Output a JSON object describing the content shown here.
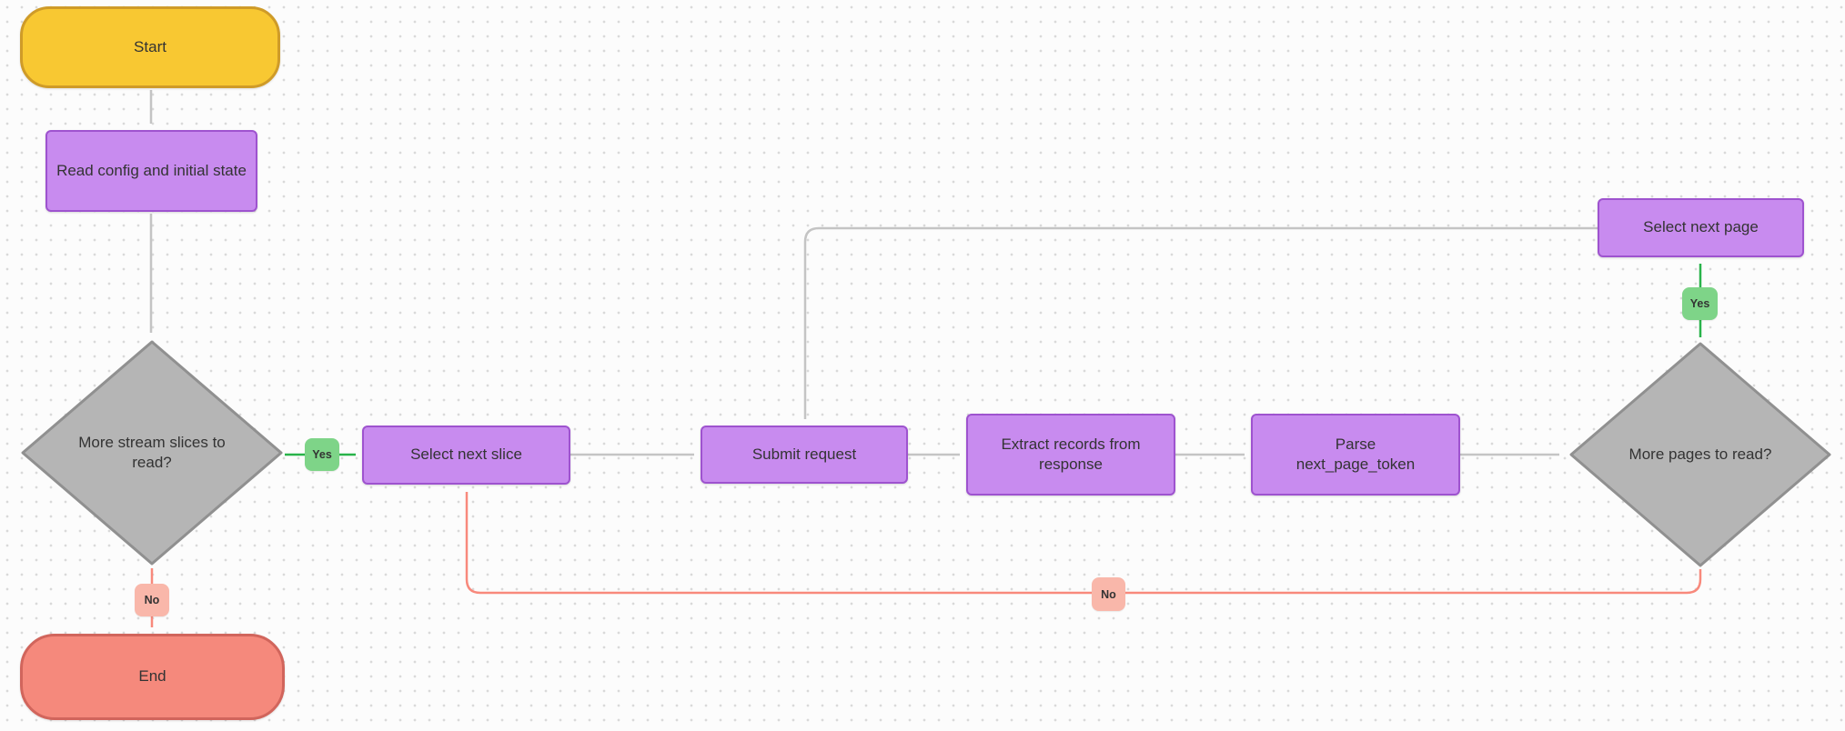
{
  "canvas": {
    "background_color": "#fcfcfc",
    "dot_grid_color": "#d9d9d9"
  },
  "diagram": {
    "type": "flowchart",
    "nodes": {
      "start": {
        "label": "Start",
        "shape": "stadium",
        "fill": "#f8c832",
        "border": "#cf9b28"
      },
      "read_config": {
        "label": "Read config and initial state",
        "shape": "rect",
        "fill": "#c88bef",
        "border": "#9e53cf"
      },
      "more_slices": {
        "label": "More stream slices to read?",
        "shape": "diamond",
        "fill": "#b5b5b5",
        "border": "#909090"
      },
      "select_next_slice": {
        "label": "Select next slice",
        "shape": "rect",
        "fill": "#c88bef",
        "border": "#9e53cf"
      },
      "submit_request": {
        "label": "Submit request",
        "shape": "rect",
        "fill": "#c88bef",
        "border": "#9e53cf"
      },
      "extract_records": {
        "label": "Extract records from response",
        "shape": "rect",
        "fill": "#c88bef",
        "border": "#9e53cf"
      },
      "parse_next_page_token": {
        "label": "Parse next_page_token",
        "shape": "rect",
        "fill": "#c88bef",
        "border": "#9e53cf"
      },
      "more_pages": {
        "label": "More pages to read?",
        "shape": "diamond",
        "fill": "#b5b5b5",
        "border": "#909090"
      },
      "select_next_page": {
        "label": "Select next page",
        "shape": "rect",
        "fill": "#c88bef",
        "border": "#9e53cf"
      },
      "end": {
        "label": "End",
        "shape": "stadium",
        "fill": "#f5897c",
        "border": "#d1655c"
      }
    },
    "edge_labels": {
      "more_slices_yes": "Yes",
      "more_slices_no": "No",
      "more_pages_yes": "Yes",
      "more_pages_no": "No"
    },
    "edges": [
      {
        "from": "start",
        "to": "read_config",
        "color": "#c4c4c4"
      },
      {
        "from": "read_config",
        "to": "more_slices",
        "color": "#c4c4c4"
      },
      {
        "from": "more_slices",
        "to": "select_next_slice",
        "label": "Yes",
        "color": "#29b34a"
      },
      {
        "from": "more_slices",
        "to": "end",
        "label": "No",
        "color": "#f8897c"
      },
      {
        "from": "select_next_slice",
        "to": "submit_request",
        "color": "#c4c4c4"
      },
      {
        "from": "submit_request",
        "to": "extract_records",
        "color": "#c4c4c4"
      },
      {
        "from": "extract_records",
        "to": "parse_next_page_token",
        "color": "#c4c4c4"
      },
      {
        "from": "parse_next_page_token",
        "to": "more_pages",
        "color": "#c4c4c4"
      },
      {
        "from": "more_pages",
        "to": "select_next_page",
        "label": "Yes",
        "color": "#29b34a"
      },
      {
        "from": "more_pages",
        "to": "select_next_slice",
        "label": "No",
        "color": "#f8897c"
      },
      {
        "from": "select_next_page",
        "to": "submit_request",
        "color": "#c4c4c4"
      }
    ],
    "colors": {
      "edge_gray": "#c4c4c4",
      "edge_green": "#29b34a",
      "edge_salmon": "#f8897c",
      "badge_yes_fill": "#7ed488",
      "badge_no_fill": "#f9b7aa",
      "text": "#333333"
    }
  }
}
